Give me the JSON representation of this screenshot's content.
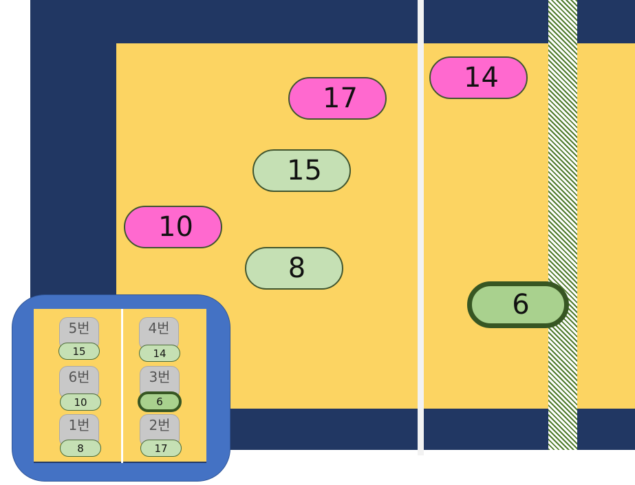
{
  "court": {
    "players": [
      {
        "id": "p17",
        "number": "17",
        "color": "#ff69cf"
      },
      {
        "id": "p14",
        "number": "14",
        "color": "#ff69cf"
      },
      {
        "id": "p15",
        "number": "15",
        "color": "#c5e0b4"
      },
      {
        "id": "p10",
        "number": "10",
        "color": "#ff69cf"
      },
      {
        "id": "p8",
        "number": "8",
        "color": "#c5e0b4"
      },
      {
        "id": "p6",
        "number": "6",
        "color": "#a9d18e",
        "selected": true
      }
    ]
  },
  "rotation": {
    "positions": [
      {
        "label": "5번",
        "number": "15"
      },
      {
        "label": "4번",
        "number": "14"
      },
      {
        "label": "6번",
        "number": "10"
      },
      {
        "label": "3번",
        "number": "6",
        "selected": true
      },
      {
        "label": "1번",
        "number": "8"
      },
      {
        "label": "2번",
        "number": "17"
      }
    ]
  },
  "colors": {
    "court_outer": "#213763",
    "court_inner": "#fcd462",
    "panel": "#4472c4",
    "pink_player": "#ff69cf",
    "green_player": "#c5e0b4",
    "selected_player": "#a9d18e"
  }
}
